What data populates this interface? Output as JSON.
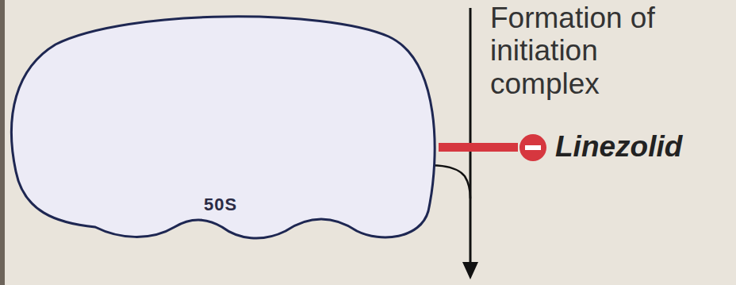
{
  "diagram": {
    "nodes": [
      {
        "text": [
          "50S"
        ]
      }
    ],
    "labels": [
      "Formation of initiation complex",
      "Linezolid"
    ]
  }
}
